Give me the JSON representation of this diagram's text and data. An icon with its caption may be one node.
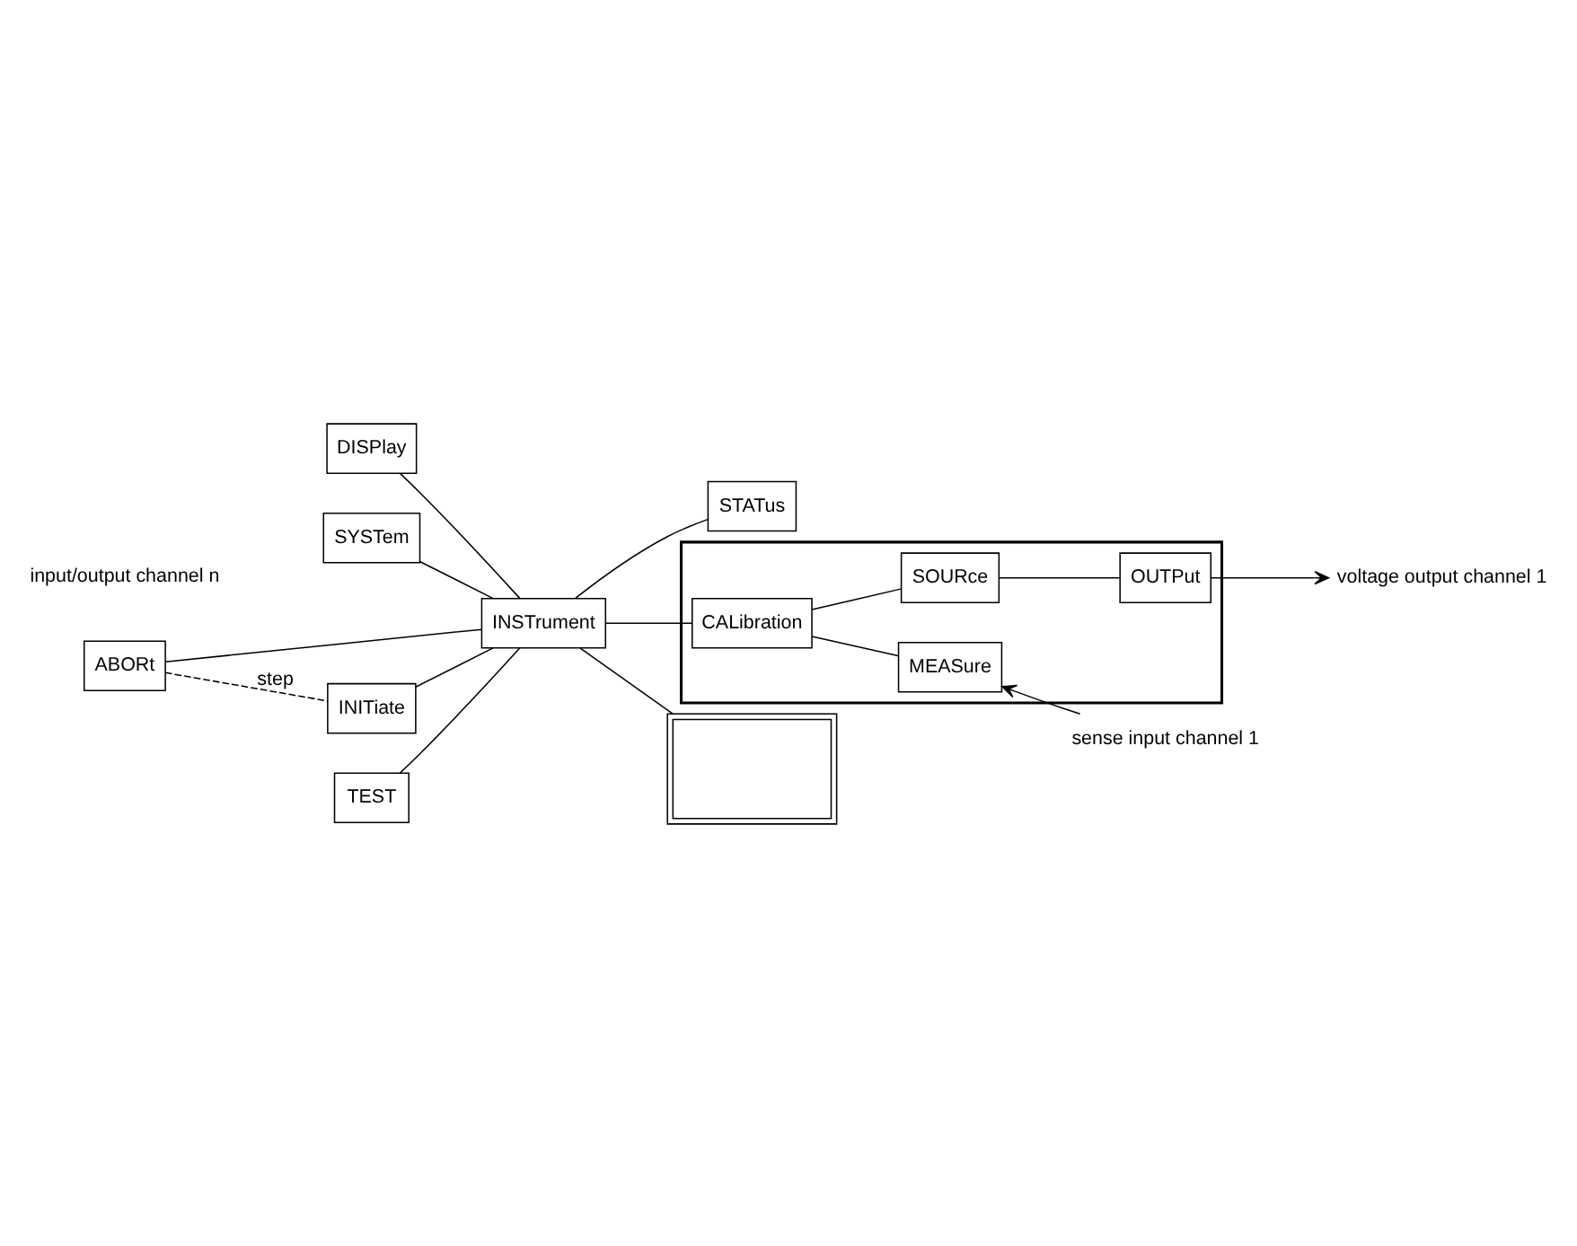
{
  "diagram": {
    "nodes": [
      {
        "text": [
          "DISPlay"
        ]
      },
      {
        "text": [
          "SYSTem"
        ]
      },
      {
        "text": [
          "INSTrument"
        ]
      },
      {
        "text": [
          "ABORt"
        ]
      },
      {
        "text": [
          "INITiate"
        ]
      },
      {
        "text": [
          "TEST"
        ]
      },
      {
        "text": [
          "STATus"
        ]
      },
      {
        "text": [],
        "shape": "box"
      },
      {
        "text": [
          "CALibration"
        ],
        "in": 7
      },
      {
        "text": [
          "SOURce"
        ],
        "in": 7
      },
      {
        "text": [
          "OUTPut"
        ],
        "in": 7
      },
      {
        "text": [
          "MEASure"
        ],
        "in": 7
      },
      {
        "text": [
          "voltage output channel 1"
        ]
      },
      {
        "text": [
          "sense input channel 1"
        ]
      },
      {
        "text": [],
        "shape": "box"
      }
    ],
    "edges": [
      {
        "from": 0,
        "to": 2,
        "arrow": "none"
      },
      {
        "from": 1,
        "to": 2,
        "arrow": "none"
      },
      {
        "from": 3,
        "to": 2,
        "arrow": "none"
      },
      {
        "from": 4,
        "to": 2,
        "arrow": "none"
      },
      {
        "from": 3,
        "to": 4,
        "arrow": "none",
        "label": "step",
        "style": "dashed"
      },
      {
        "from": 5,
        "to": 2,
        "arrow": "none"
      },
      {
        "from": 2,
        "to": 6,
        "arrow": "none"
      },
      {
        "from": 2,
        "to": 8,
        "arrow": "none"
      },
      {
        "from": 8,
        "to": 9,
        "arrow": "none"
      },
      {
        "from": 9,
        "to": 10,
        "arrow": "none"
      },
      {
        "from": 10,
        "to": 12,
        "arrow": "to"
      },
      {
        "from": 8,
        "to": 11,
        "arrow": "none"
      },
      {
        "from": 13,
        "to": 11,
        "arrow": "to"
      },
      {
        "from": 2,
        "to": 14,
        "arrow": "none"
      }
    ],
    "labels": [
      "input/output channel n"
    ]
  }
}
